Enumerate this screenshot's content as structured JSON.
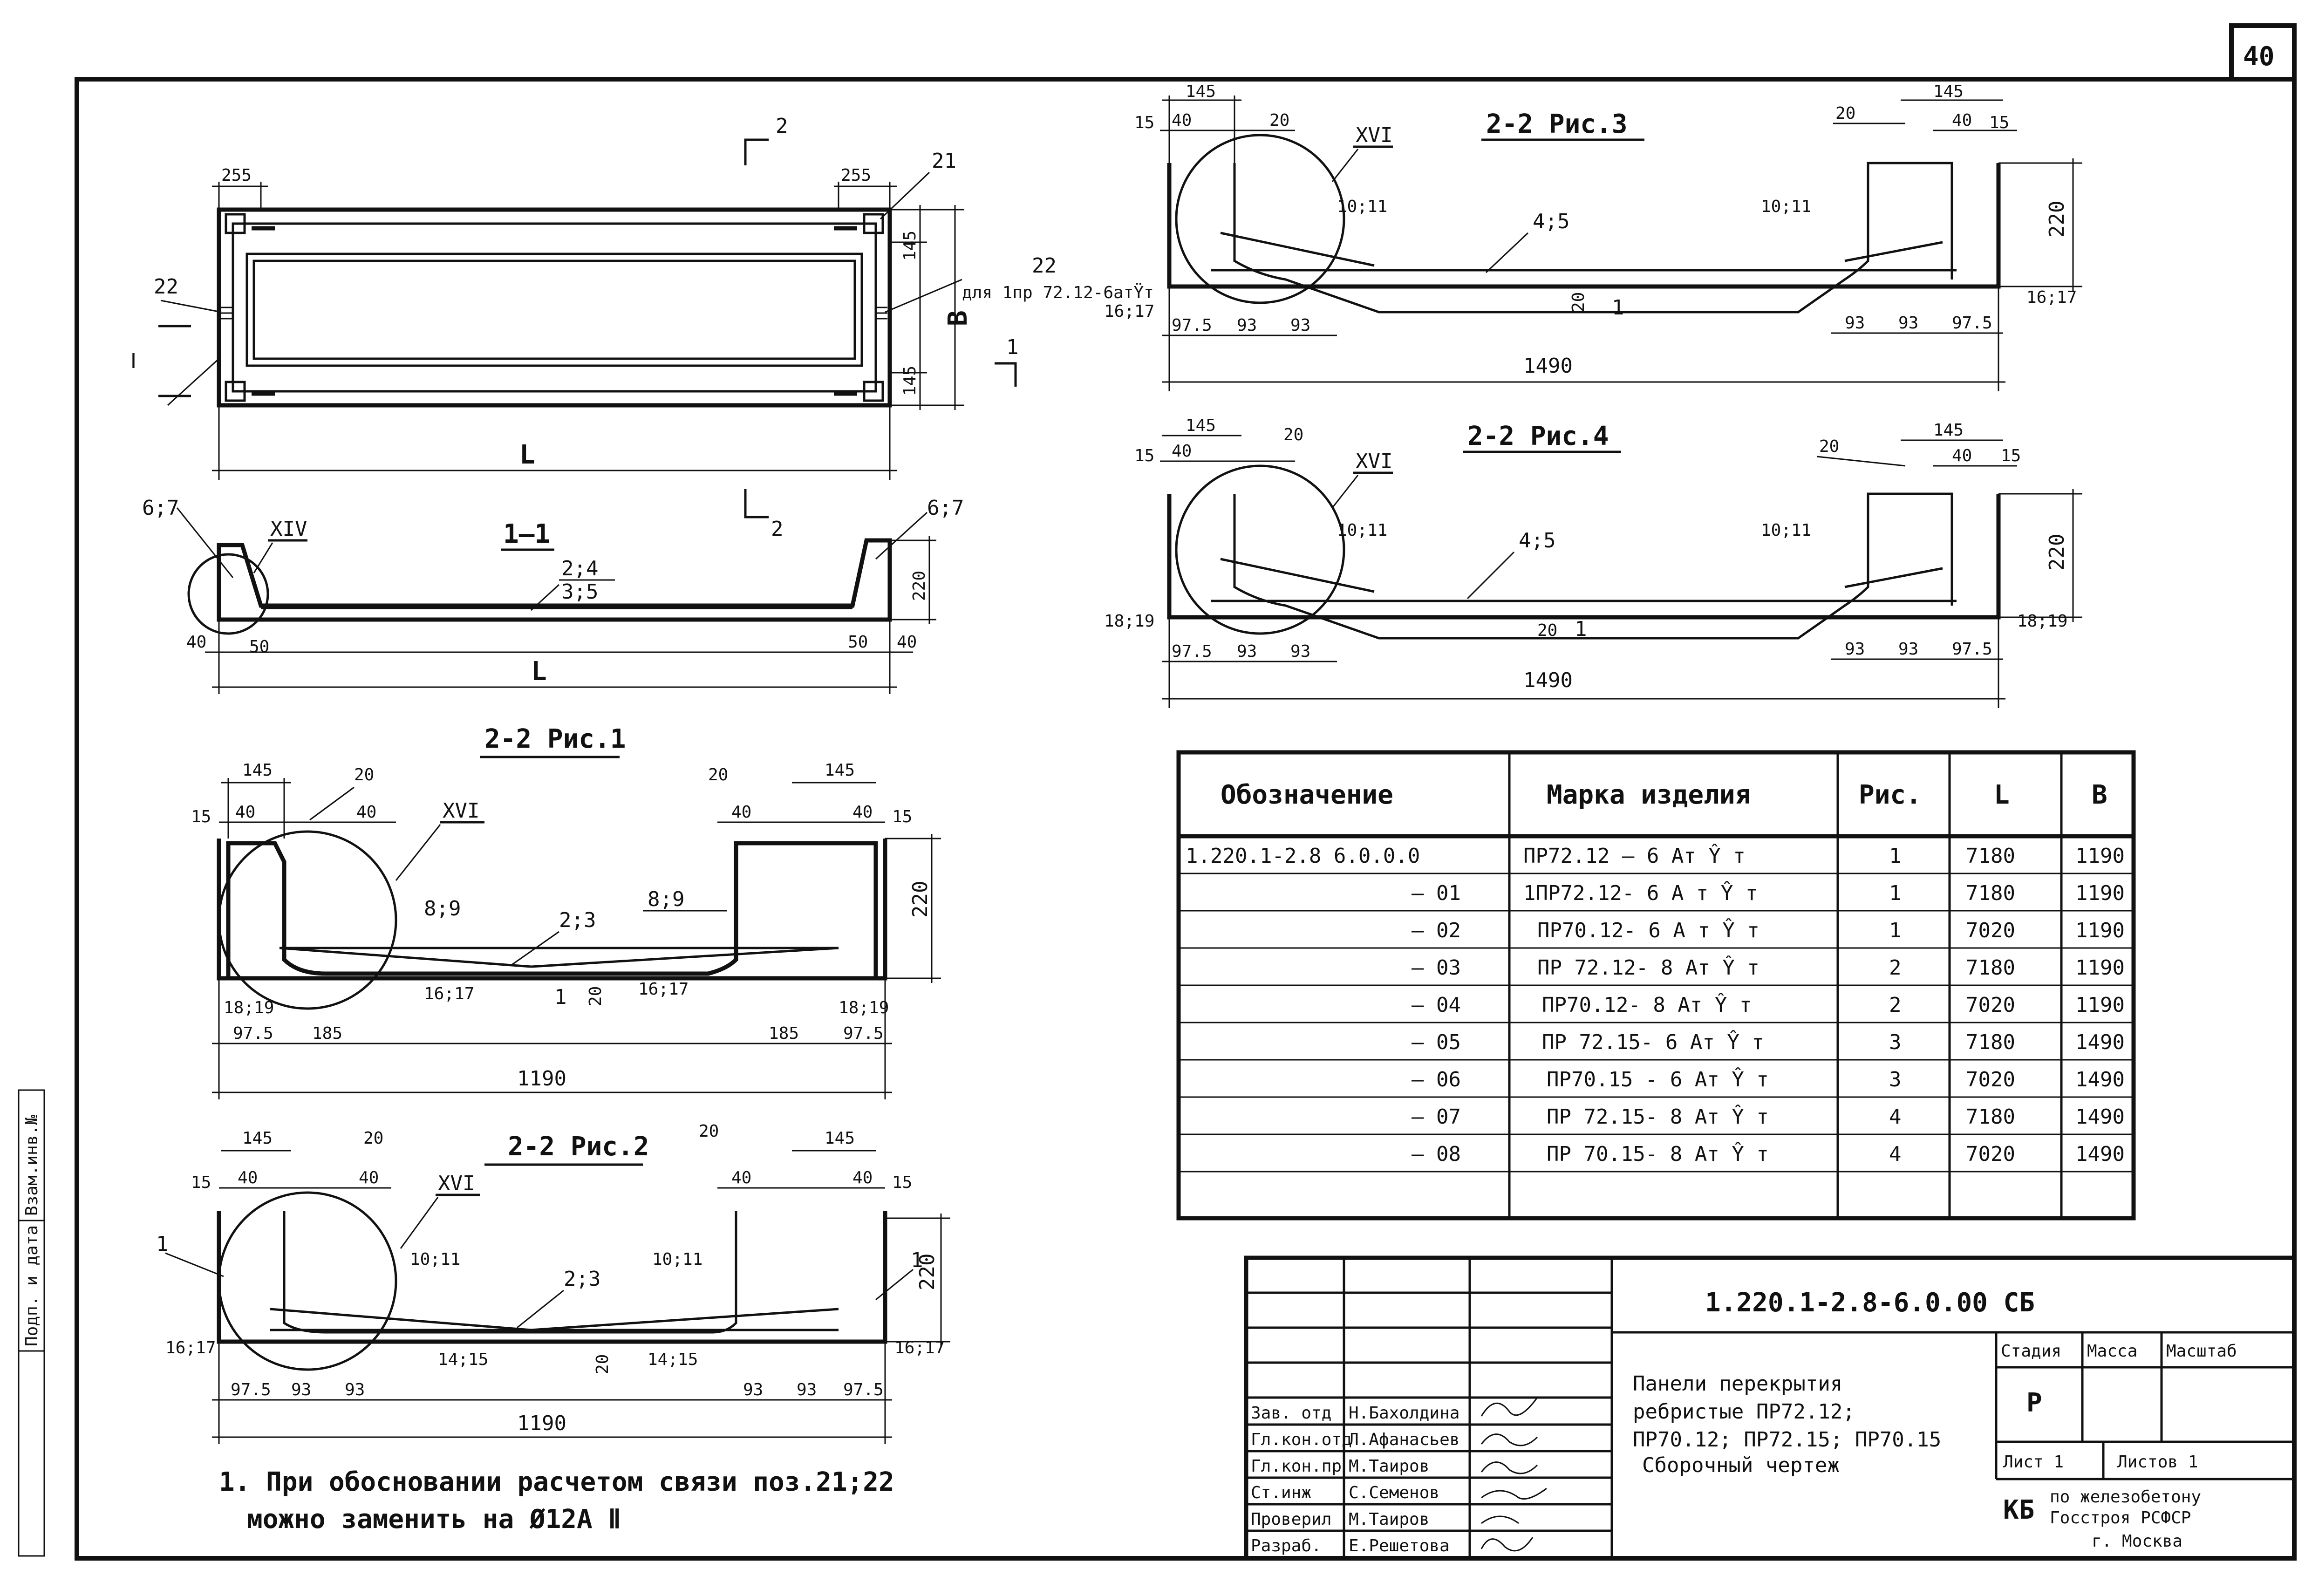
{
  "sheet_number": "40",
  "plan": {
    "dim_255_left": "255",
    "dim_255_right": "255",
    "label_21": "21",
    "label_22_left": "22",
    "label_22_right": "22",
    "note_22": "для 1пр 72.12-6атŸт",
    "dim_145_top": "145",
    "dim_145_bottom": "145",
    "dim_B": "B",
    "dim_L": "L",
    "section_mark": "2",
    "section_mark_1": "1"
  },
  "section_1_1": {
    "title": "1—1",
    "node_left": "XIV",
    "label_67_left": "6;7",
    "label_67_right": "6;7",
    "label_24": "2;4",
    "label_35": "3;5",
    "dim_220": "220",
    "dim_40_left": "40",
    "dim_50_left": "50",
    "dim_50_right": "50",
    "dim_40_right": "40",
    "dim_L": "L"
  },
  "fig1": {
    "title": "2-2 Рис.1",
    "node": "XVI",
    "d145a": "145",
    "d145b": "145",
    "d20a": "20",
    "d20b": "20",
    "d15a": "15",
    "d15b": "15",
    "d40a": "40",
    "d40b": "40",
    "d40c": "40",
    "d40d": "40",
    "l89a": "8;9",
    "l89b": "8;9",
    "l23": "2;3",
    "l1617a": "16;17",
    "l1617b": "16;17",
    "l1819a": "18;19",
    "l1819b": "18;19",
    "l1": "1",
    "l20": "20",
    "d220": "220",
    "d975a": "97.5",
    "d185a": "185",
    "d185b": "185",
    "d975b": "97.5",
    "d1190": "1190"
  },
  "fig2": {
    "title": "2-2 Рис.2",
    "node": "XVI",
    "d145a": "145",
    "d145b": "145",
    "d20a": "20",
    "d20b": "20",
    "d15a": "15",
    "d15b": "15",
    "d40a": "40",
    "d40b": "40",
    "d40c": "40",
    "d40d": "40",
    "l1011a": "10;11",
    "l1011b": "10;11",
    "l23": "2;3",
    "l1a": "1",
    "l1b": "1",
    "l1617a": "16;17",
    "l1617b": "16;17",
    "l1415a": "14;15",
    "l1415b": "14;15",
    "l20": "20",
    "d220": "220",
    "d975a": "97.5",
    "d93a": "93",
    "d93b": "93",
    "d93c": "93",
    "d93d": "93",
    "d975b": "97.5",
    "d1190": "1190"
  },
  "fig3": {
    "title": "2-2 Рис.3",
    "node": "XVI",
    "d145a": "145",
    "d145b": "145",
    "d20a": "20",
    "d20b": "20",
    "d15a": "15",
    "d15b": "15",
    "d40a": "40",
    "d40b": "40",
    "l1011a": "10;11",
    "l1011b": "10;11",
    "l45": "4;5",
    "l1617a": "16;17",
    "l1617b": "16;17",
    "l1": "1",
    "l20": "20",
    "d220": "220",
    "d975a": "97.5",
    "d93a": "93",
    "d93b": "93",
    "d93c": "93",
    "d93d": "93",
    "d975b": "97.5",
    "d1490": "1490"
  },
  "fig4": {
    "title": "2-2 Рис.4",
    "node": "XVI",
    "d145a": "145",
    "d145b": "145",
    "d20a": "20",
    "d20b": "20",
    "d15a": "15",
    "d15b": "15",
    "d40a": "40",
    "d40b": "40",
    "l1011a": "10;11",
    "l1011b": "10;11",
    "l45": "4;5",
    "l1819a": "18;19",
    "l1819b": "18;19",
    "l1": "1",
    "l20": "20",
    "d220": "220",
    "d975a": "97.5",
    "d93a": "93",
    "d93b": "93",
    "d93c": "93",
    "d93d": "93",
    "d975b": "97.5",
    "d1490": "1490"
  },
  "spec_table": {
    "headers": [
      "Обозначение",
      "Марка изделия",
      "Рис.",
      "L",
      "B"
    ],
    "rows": [
      [
        "1.220.1-2.8 6.0.0.0",
        "ПР72.12 — 6 Ат Ŷ т",
        "1",
        "7180",
        "1190"
      ],
      [
        "— 01",
        "1ПР72.12- 6 А т Ŷ т",
        "1",
        "7180",
        "1190"
      ],
      [
        "— 02",
        "ПР70.12- 6 А т Ŷ т",
        "1",
        "7020",
        "1190"
      ],
      [
        "— 03",
        "ПР 72.12- 8 Ат Ŷ т",
        "2",
        "7180",
        "1190"
      ],
      [
        "— 04",
        "ПР70.12- 8 Ат Ŷ т",
        "2",
        "7020",
        "1190"
      ],
      [
        "— 05",
        "ПР 72.15- 6 Ат Ŷ т",
        "3",
        "7180",
        "1490"
      ],
      [
        "— 06",
        "ПР70.15 - 6 Ат Ŷ т",
        "3",
        "7020",
        "1490"
      ],
      [
        "— 07",
        "ПР 72.15- 8 Ат Ŷ т",
        "4",
        "7180",
        "1490"
      ],
      [
        "— 08",
        "ПР 70.15- 8 Ат Ŷ т",
        "4",
        "7020",
        "1490"
      ]
    ]
  },
  "note": {
    "line1": "1. При обосновании расчетом связи поз.21;22",
    "line2": "можно заменить на Ø12А Ⅱ"
  },
  "title_block": {
    "doc_code": "1.220.1-2.8-6.0.00 СБ",
    "name_line1": "Панели перекрытия",
    "name_line2": "ребристые ПР72.12;",
    "name_line3": "ПР70.12; ПР72.15; ПР70.15",
    "name_line4": "Сборочный чертеж",
    "stage_hdr": "Стадия",
    "mass_hdr": "Масса",
    "scale_hdr": "Масштаб",
    "stage_val": "Р",
    "sheet_lbl": "Лист 1",
    "sheets_lbl": "Листов 1",
    "org_logo": "КБ",
    "org_line1": "по железобетону",
    "org_line2": "Госстроя РСФСР",
    "org_line3": "г. Москва",
    "people": [
      {
        "role": "Зав. отд",
        "name": "Н.Бахолдина"
      },
      {
        "role": "Гл.кон.отд",
        "name": "Л.Афанасьев"
      },
      {
        "role": "Гл.кон.пр",
        "name": "М.Таиров"
      },
      {
        "role": "Ст.инж",
        "name": "С.Семенов"
      },
      {
        "role": "Проверил",
        "name": "М.Таиров"
      },
      {
        "role": "Разраб.",
        "name": "Е.Решетова"
      }
    ]
  },
  "margin_stamp": {
    "line1": "Взам.инв.№",
    "line2": "Подп. и дата"
  }
}
